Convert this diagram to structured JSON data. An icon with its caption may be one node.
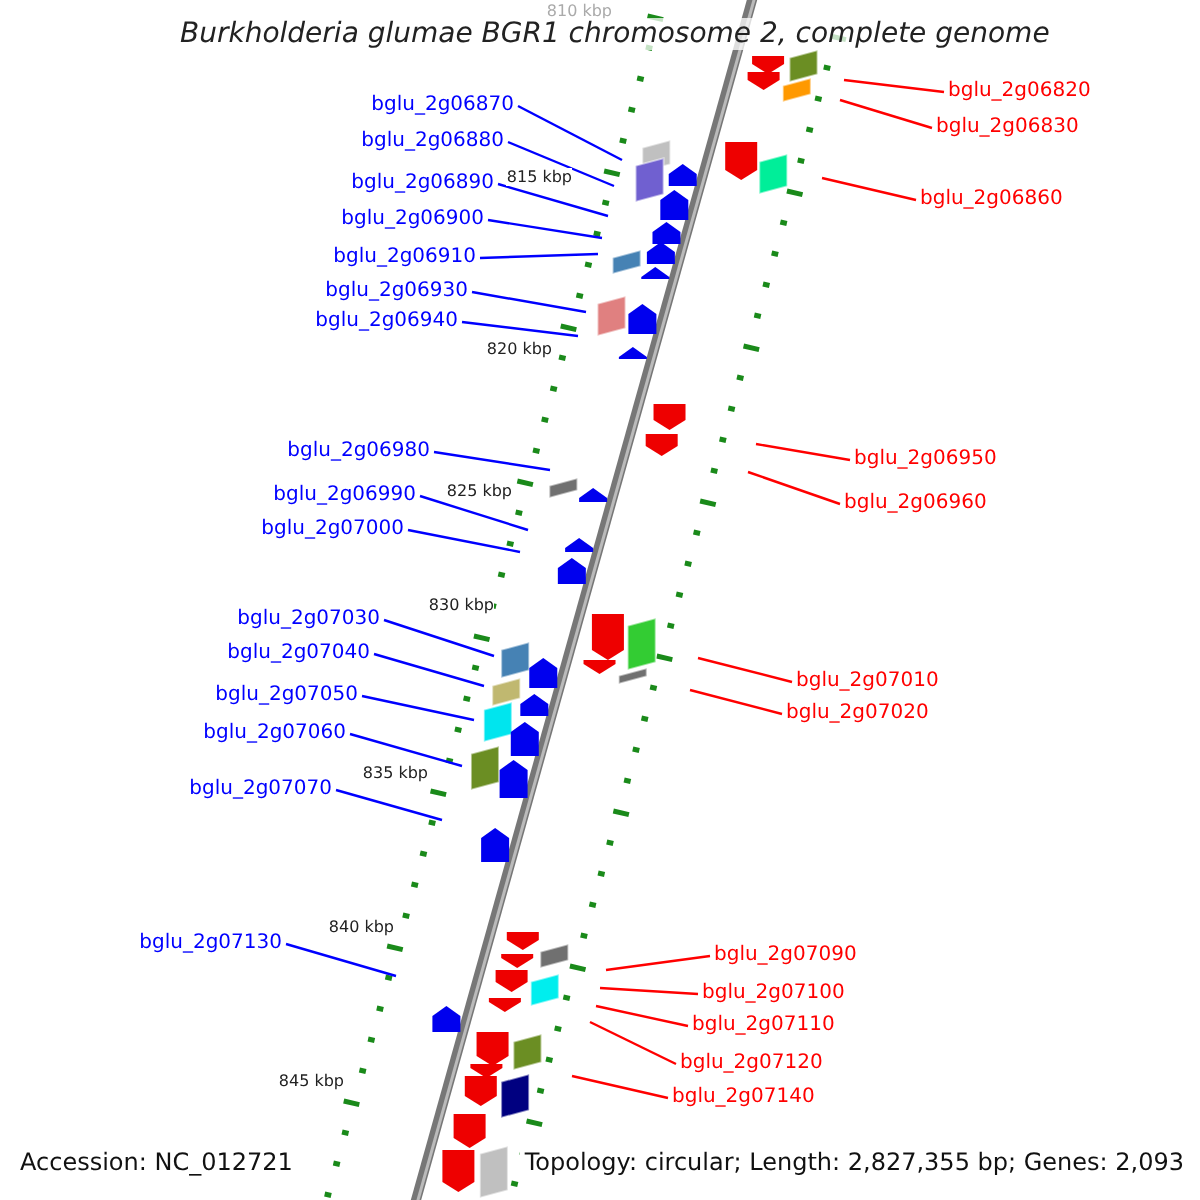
{
  "diagram": {
    "title": "Burkholderia glumae BGR1 chromosome 2, complete genome",
    "nodes": [
      {
        "text": [
          "bglu_2g06870"
        ]
      },
      {
        "text": [
          "bglu_2g06880"
        ]
      },
      {
        "text": [
          "bglu_2g06890"
        ]
      },
      {
        "text": [
          "bglu_2g06900"
        ]
      },
      {
        "text": [
          "bglu_2g06910"
        ]
      },
      {
        "text": [
          "bglu_2g06930"
        ]
      },
      {
        "text": [
          "bglu_2g06940"
        ]
      },
      {
        "text": [
          "bglu_2g06980"
        ]
      },
      {
        "text": [
          "bglu_2g06990"
        ]
      },
      {
        "text": [
          "bglu_2g07000"
        ]
      },
      {
        "text": [
          "bglu_2g07030"
        ]
      },
      {
        "text": [
          "bglu_2g07040"
        ]
      },
      {
        "text": [
          "bglu_2g07050"
        ]
      },
      {
        "text": [
          "bglu_2g07060"
        ]
      },
      {
        "text": [
          "bglu_2g07070"
        ]
      },
      {
        "text": [
          "bglu_2g07130"
        ]
      },
      {
        "text": [
          "bglu_2g06820"
        ]
      },
      {
        "text": [
          "bglu_2g06830"
        ]
      },
      {
        "text": [
          "bglu_2g06860"
        ]
      },
      {
        "text": [
          "bglu_2g06950"
        ]
      },
      {
        "text": [
          "bglu_2g06960"
        ]
      },
      {
        "text": [
          "bglu_2g07010"
        ]
      },
      {
        "text": [
          "bglu_2g07020"
        ]
      },
      {
        "text": [
          "bglu_2g07090"
        ]
      },
      {
        "text": [
          "bglu_2g07100"
        ]
      },
      {
        "text": [
          "bglu_2g07110"
        ]
      },
      {
        "text": [
          "bglu_2g07120"
        ]
      },
      {
        "text": [
          "bglu_2g07140"
        ]
      }
    ],
    "edges": [
      {
        "from": 0,
        "to": null,
        "arrow": "none"
      },
      {
        "from": 1,
        "to": null,
        "arrow": "none"
      },
      {
        "from": 2,
        "to": null,
        "arrow": "none"
      },
      {
        "from": 3,
        "to": null,
        "arrow": "none"
      },
      {
        "from": 4,
        "to": null,
        "arrow": "none"
      },
      {
        "from": 5,
        "to": null,
        "arrow": "none"
      },
      {
        "from": 6,
        "to": null,
        "arrow": "none"
      },
      {
        "from": 7,
        "to": null,
        "arrow": "none"
      },
      {
        "from": 8,
        "to": null,
        "arrow": "none"
      },
      {
        "from": 9,
        "to": null,
        "arrow": "none"
      },
      {
        "from": 10,
        "to": null,
        "arrow": "none"
      },
      {
        "from": 11,
        "to": null,
        "arrow": "none"
      },
      {
        "from": 12,
        "to": null,
        "arrow": "none"
      },
      {
        "from": 13,
        "to": null,
        "arrow": "none"
      },
      {
        "from": 14,
        "to": null,
        "arrow": "none"
      },
      {
        "from": 15,
        "to": null,
        "arrow": "none"
      },
      {
        "from": 16,
        "to": null,
        "arrow": "none",
        "color": "#ff0000"
      },
      {
        "from": 17,
        "to": null,
        "arrow": "none",
        "color": "#ff0000"
      },
      {
        "from": 18,
        "to": null,
        "arrow": "none",
        "color": "#ff0000"
      },
      {
        "from": 19,
        "to": null,
        "arrow": "none",
        "color": "#ff0000"
      },
      {
        "from": 20,
        "to": null,
        "arrow": "none",
        "color": "#ff0000"
      },
      {
        "from": 21,
        "to": null,
        "arrow": "none",
        "color": "#ff0000"
      },
      {
        "from": 22,
        "to": null,
        "arrow": "none",
        "color": "#ff0000"
      },
      {
        "from": 23,
        "to": null,
        "arrow": "none",
        "color": "#ff0000"
      },
      {
        "from": 24,
        "to": null,
        "arrow": "none",
        "color": "#ff0000"
      },
      {
        "from": 25,
        "to": null,
        "arrow": "none",
        "color": "#ff0000"
      },
      {
        "from": 26,
        "to": null,
        "arrow": "none",
        "color": "#ff0000"
      },
      {
        "from": 27,
        "to": null,
        "arrow": "none",
        "color": "#ff0000"
      }
    ],
    "labels": [
      "810 kbp",
      "815 kbp",
      "820 kbp",
      "825 kbp",
      "830 kbp",
      "835 kbp",
      "840 kbp",
      "845 kbp",
      "Accession: NC_012721",
      "Topology: circular; Length: 2,827,355 bp; Genes: 2,093"
    ]
  }
}
